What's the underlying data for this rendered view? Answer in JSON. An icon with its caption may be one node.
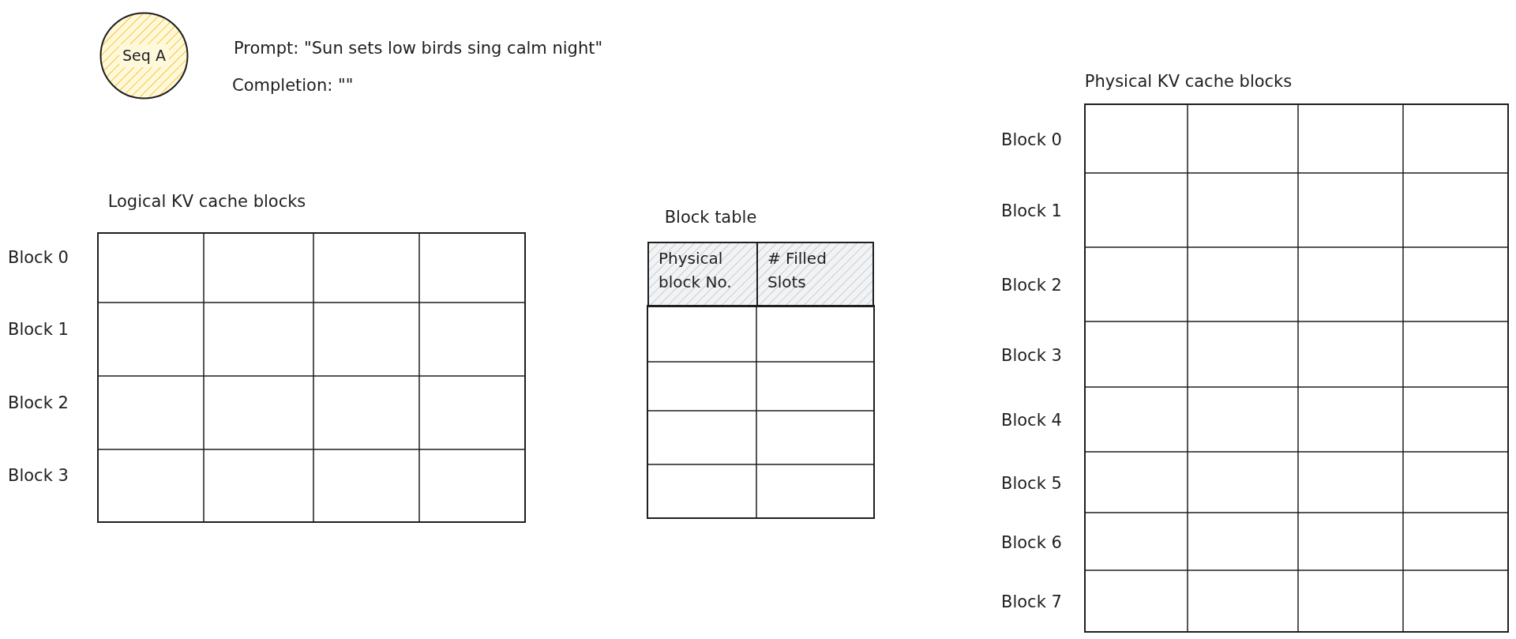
{
  "diagram": {
    "nodes": [
      {
        "text": [
          "Seq A"
        ]
      }
    ],
    "edges": [],
    "labels": [
      "Prompt: \"Sun sets low birds sing calm night\"",
      "Completion: \"\"",
      "Physical KV cache blocks",
      "Logical KV cache blocks",
      "Block table",
      "Physical block No.",
      "# Filled Slots",
      "Block 0",
      "Block 1",
      "Block 2",
      "Block 3",
      "Block 0",
      "Block 1",
      "Block 2",
      "Block 3",
      "Block 4",
      "Block 5",
      "Block 6",
      "Block 7"
    ]
  }
}
